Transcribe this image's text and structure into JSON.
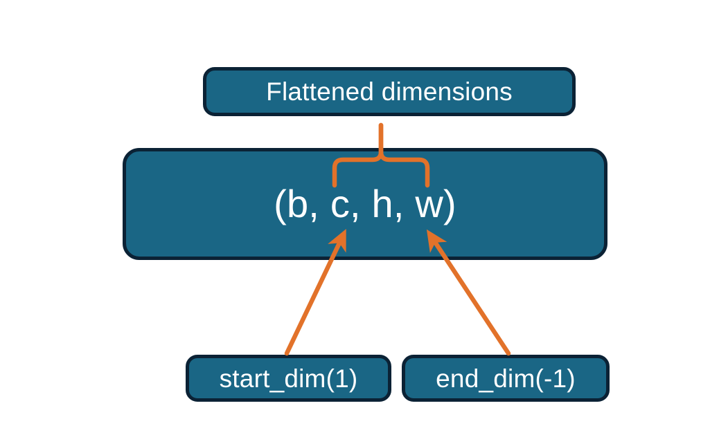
{
  "diagram": {
    "title_node": {
      "label": "Flattened dimensions"
    },
    "shape_node": {
      "label": "(b, c, h, w)"
    },
    "arg_nodes": [
      {
        "label": "start_dim(1)"
      },
      {
        "label": "end_dim(-1)"
      }
    ],
    "connectors": [
      {
        "name": "brace-to-flattened",
        "type": "curly-brace",
        "from": "shape_node",
        "to": "title_node",
        "spans": "c, h"
      },
      {
        "name": "arrow-start-dim",
        "type": "arrow",
        "from": "start_dim(1)",
        "to": "c"
      },
      {
        "name": "arrow-end-dim",
        "type": "arrow",
        "from": "end_dim(-1)",
        "to": "w"
      }
    ],
    "colors": {
      "node_fill": "#1A6685",
      "node_border": "#0B2235",
      "node_text": "#FFFFFF",
      "connector": "#E2722A",
      "background": "#FFFFFF"
    }
  }
}
